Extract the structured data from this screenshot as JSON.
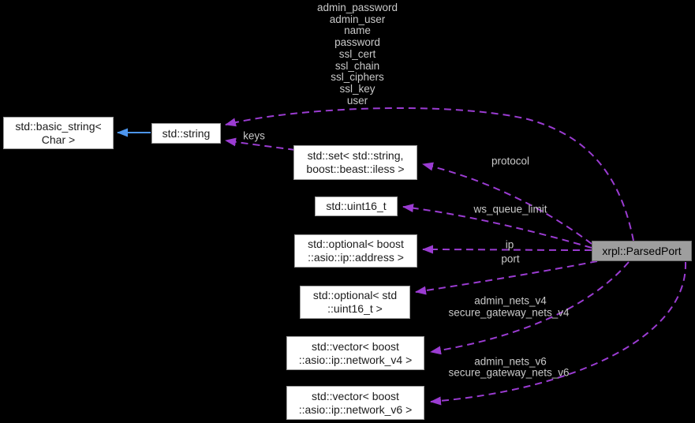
{
  "diagram": {
    "type": "doxygen-collaboration-graph",
    "focus_class": "xrpl::ParsedPort",
    "colors": {
      "bg": "#000000",
      "node_fill": "#ffffff",
      "node_border": "#9c9c9c",
      "node_text": "#1c1c1c",
      "focus_fill": "#9e9e9e",
      "focus_border": "#6f6f6f",
      "focus_text": "#000000",
      "edge_usage": "#9b3cd2",
      "edge_inherit": "#4d96ee",
      "label_text": "#c9c9c9"
    },
    "nodes": [
      {
        "id": "std-basic-string",
        "lines": [
          "std::basic_string<",
          "Char >"
        ]
      },
      {
        "id": "std-string",
        "lines": [
          "std::string"
        ]
      },
      {
        "id": "std-set",
        "lines": [
          "std::set< std::string,",
          "boost::beast::iless >"
        ]
      },
      {
        "id": "std-uint16-t",
        "lines": [
          "std::uint16_t"
        ]
      },
      {
        "id": "optional-address",
        "lines": [
          "std::optional< boost",
          "::asio::ip::address >"
        ]
      },
      {
        "id": "optional-uint16",
        "lines": [
          "std::optional< std",
          "::uint16_t >"
        ]
      },
      {
        "id": "vector-network-v4",
        "lines": [
          "std::vector< boost",
          "::asio::ip::network_v4 >"
        ]
      },
      {
        "id": "vector-network-v6",
        "lines": [
          "std::vector< boost",
          "::asio::ip::network_v6 >"
        ]
      },
      {
        "id": "xrpl-parsedport",
        "lines": [
          "xrpl::ParsedPort"
        ]
      }
    ],
    "edges": {
      "string_members": {
        "labels": [
          "admin_password",
          "admin_user",
          "name",
          "password",
          "ssl_cert",
          "ssl_chain",
          "ssl_ciphers",
          "ssl_key",
          "user"
        ]
      },
      "keys": {
        "label": "keys"
      },
      "protocol": {
        "label": "protocol"
      },
      "ws_queue_limit": {
        "label": "ws_queue_limit"
      },
      "ip": {
        "label": "ip"
      },
      "port": {
        "label": "port"
      },
      "nets_v4": {
        "labels": [
          "admin_nets_v4",
          "secure_gateway_nets_v4"
        ]
      },
      "nets_v6": {
        "labels": [
          "admin_nets_v6",
          "secure_gateway_nets_v6"
        ]
      }
    }
  }
}
